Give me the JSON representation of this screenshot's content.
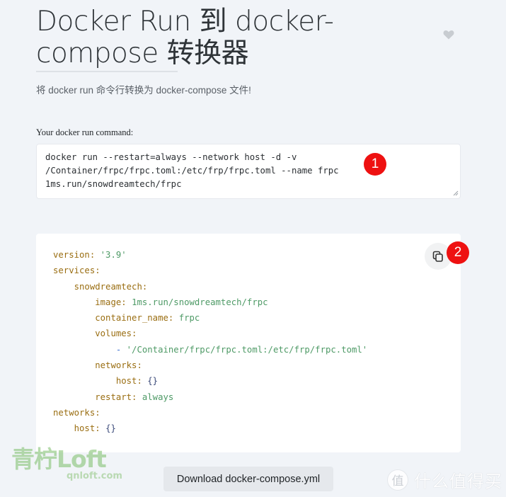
{
  "header": {
    "title": "Docker Run 到 docker-compose 转换器",
    "subtitle": "将 docker run 命令行转换为 docker-compose 文件!",
    "favorite_icon": "heart-icon"
  },
  "command": {
    "label": "Your docker run command:",
    "value": "docker run --restart=always --network host -d -v /Container/frpc/frpc.toml:/etc/frp/frpc.toml --name frpc 1ms.run/snowdreamtech/frpc"
  },
  "output": {
    "lines": [
      {
        "indent": "",
        "key": "version",
        "value": "'3.9'",
        "type": "string"
      },
      {
        "indent": "",
        "key": "services",
        "value": "",
        "type": "none"
      },
      {
        "indent": "    ",
        "key": "snowdreamtech",
        "value": "",
        "type": "none"
      },
      {
        "indent": "        ",
        "key": "image",
        "value": "1ms.run/snowdreamtech/frpc",
        "type": "string"
      },
      {
        "indent": "        ",
        "key": "container_name",
        "value": "frpc",
        "type": "string"
      },
      {
        "indent": "        ",
        "key": "volumes",
        "value": "",
        "type": "none"
      },
      {
        "indent": "            ",
        "key": "",
        "dash": "-",
        "value": "'/Container/frpc/frpc.toml:/etc/frp/frpc.toml'",
        "type": "list"
      },
      {
        "indent": "        ",
        "key": "networks",
        "value": "",
        "type": "none"
      },
      {
        "indent": "            ",
        "key": "host",
        "value": "{}",
        "type": "punct"
      },
      {
        "indent": "        ",
        "key": "restart",
        "value": "always",
        "type": "string"
      },
      {
        "indent": "",
        "key": "networks",
        "value": "",
        "type": "none"
      },
      {
        "indent": "    ",
        "key": "host",
        "value": "{}",
        "type": "punct"
      }
    ],
    "copy_icon": "copy-icon"
  },
  "actions": {
    "download_label": "Download docker-compose.yml"
  },
  "annotations": {
    "badge_1": "1",
    "badge_2": "2"
  },
  "watermarks": {
    "left_cn": "青柠Loft",
    "left_url": "qnloft.com",
    "right_circle": "值",
    "right_text": "什么值得买"
  },
  "colors": {
    "background": "#f1f4f8",
    "yaml_key": "#9a6e12",
    "yaml_string": "#4e9a66",
    "badge": "#ee1111"
  }
}
